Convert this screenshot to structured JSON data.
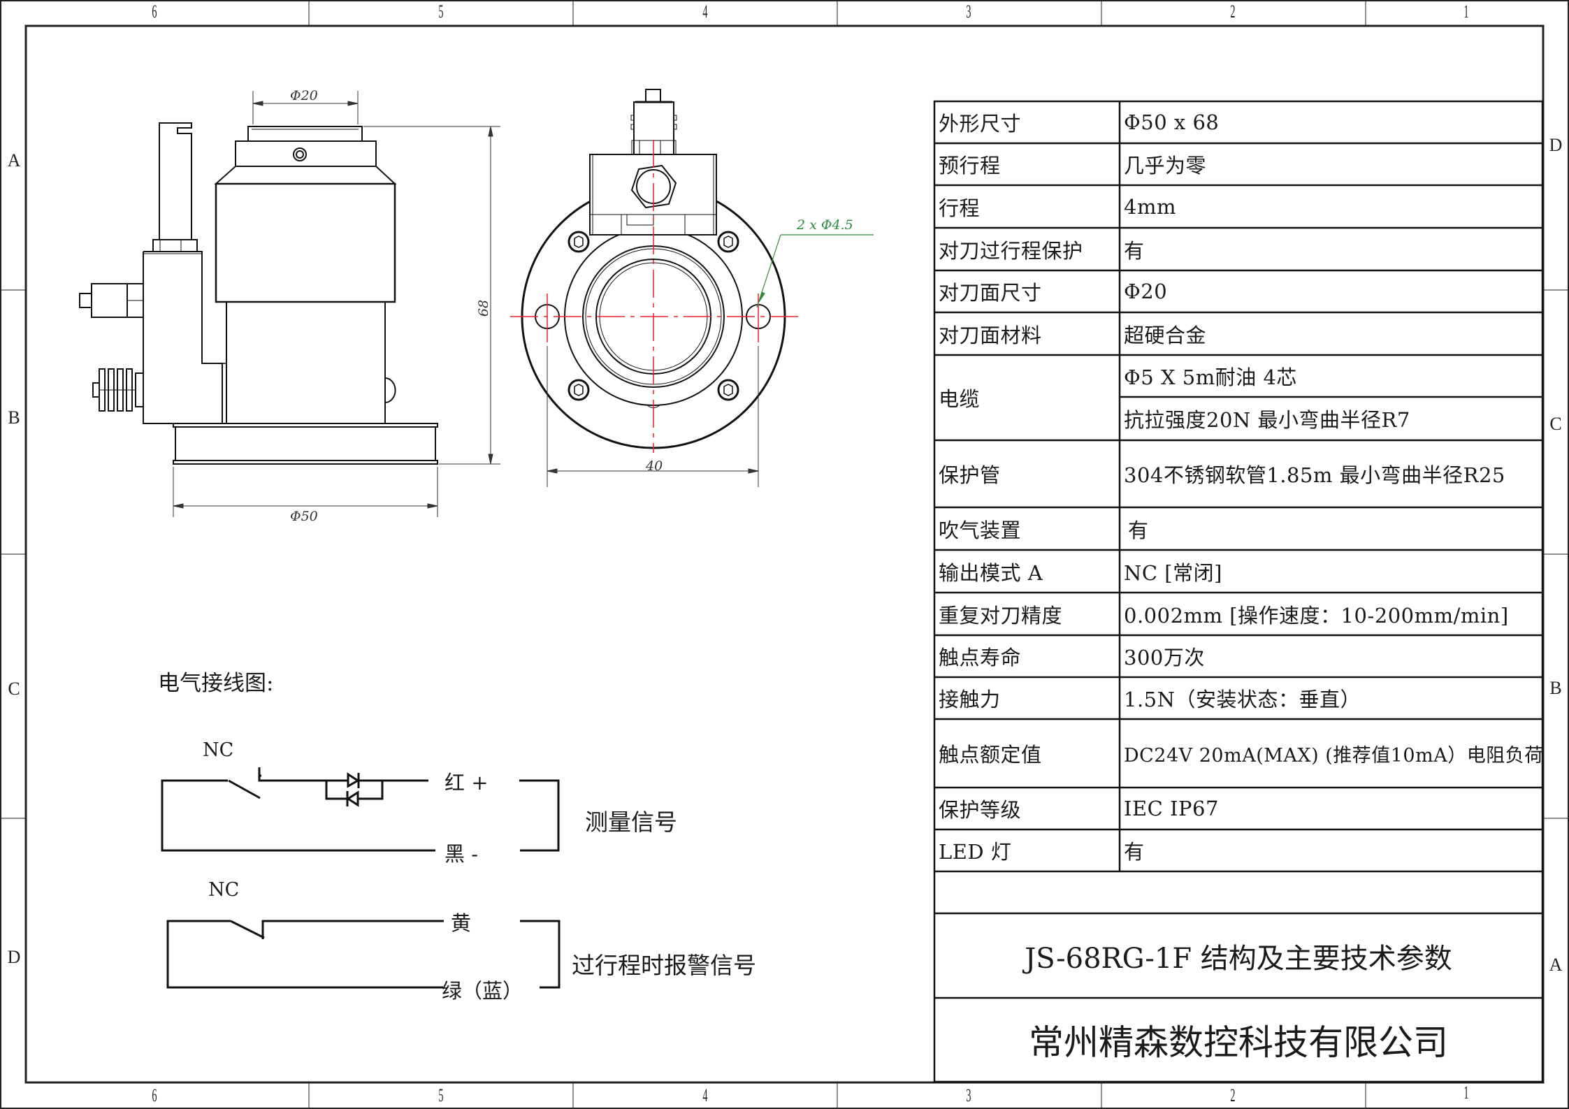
{
  "border": {
    "top_columns": [
      "6",
      "5",
      "4",
      "3",
      "2",
      "1"
    ],
    "bottom_columns": [
      "6",
      "5",
      "4",
      "3",
      "2",
      "1"
    ],
    "left_rows": [
      "A",
      "B",
      "C",
      "D"
    ],
    "right_rows": [
      "D",
      "C",
      "B",
      "A"
    ]
  },
  "colors": {
    "line": "#111111",
    "center_line": "#e8202a",
    "annotation": "#2e8b3e",
    "frame": "#222222"
  },
  "side_view": {
    "dim_top_diameter": "Φ20",
    "dim_height": "68",
    "dim_base_diameter": "Φ50"
  },
  "front_view": {
    "dim_hole_spacing": "40",
    "dim_holes": "2 x Φ4.5"
  },
  "wiring": {
    "title": "电气接线图:",
    "circuit1": {
      "switch_label": "NC",
      "wire_top": "红 +",
      "wire_bottom": "黑 -",
      "signal_label": "测量信号"
    },
    "circuit2": {
      "switch_label": "NC",
      "wire_top": "黄",
      "wire_bottom": "绿（蓝）",
      "signal_label": "过行程时报警信号"
    }
  },
  "spec_table": {
    "rows": [
      {
        "label": "外形尺寸",
        "value": "Φ50 x 68"
      },
      {
        "label": "预行程",
        "value": "几乎为零"
      },
      {
        "label": "行程",
        "value": "4mm"
      },
      {
        "label": "对刀过行程保护",
        "value": "有"
      },
      {
        "label": "对刀面尺寸",
        "value": "Φ20"
      },
      {
        "label": "对刀面材料",
        "value": "超硬合金"
      },
      {
        "label": "电缆",
        "value": "Φ5 X 5m耐油 4芯",
        "value2": "抗拉强度20N 最小弯曲半径R7"
      },
      {
        "label": "保护管",
        "value": "304不锈钢软管1.85m 最小弯曲半径R25"
      },
      {
        "label": "吹气装置",
        "value": "有"
      },
      {
        "label": "输出模式 A",
        "value": "NC [常闭]"
      },
      {
        "label": "重复对刀精度",
        "value": "0.002mm [操作速度：10-200mm/min]"
      },
      {
        "label": "触点寿命",
        "value": "300万次"
      },
      {
        "label": "接触力",
        "value": "1.5N（安装状态：垂直）"
      },
      {
        "label": "触点额定值",
        "value": "DC24V 20mA(MAX) (推荐值10mA）电阻负荷"
      },
      {
        "label": "保护等级",
        "value": "IEC IP67"
      },
      {
        "label": "LED 灯",
        "value": "有"
      }
    ]
  },
  "title_block": {
    "empty_row": "",
    "drawing_title": "JS-68RG-1F 结构及主要技术参数",
    "company": "常州精森数控科技有限公司"
  }
}
